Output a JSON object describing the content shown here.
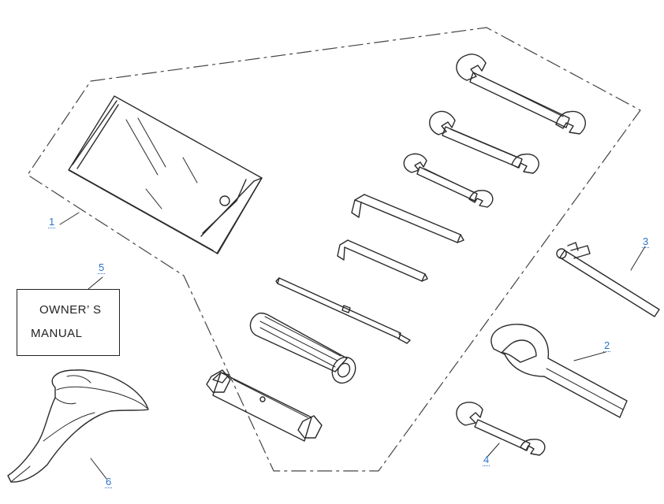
{
  "callouts": [
    {
      "id": "c1",
      "label": "1"
    },
    {
      "id": "c2",
      "label": "2"
    },
    {
      "id": "c3",
      "label": "3"
    },
    {
      "id": "c4",
      "label": "4"
    },
    {
      "id": "c5",
      "label": "5"
    },
    {
      "id": "c6",
      "label": "6"
    }
  ],
  "manual": {
    "line1": "OWNER’ S",
    "line2": "MANUAL"
  },
  "colors": {
    "line": "#2a2a2a",
    "callout": "#2b73c7",
    "dash": "#444444"
  }
}
